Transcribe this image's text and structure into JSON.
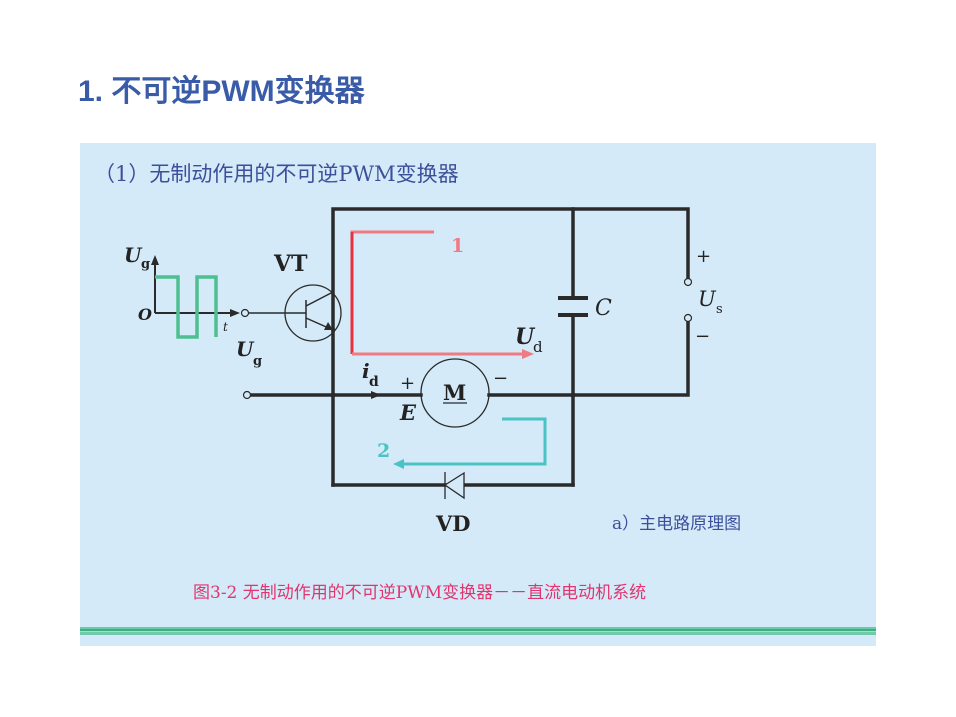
{
  "slide": {
    "title": "1. 不可逆PWM变换器"
  },
  "panel": {
    "heading": "（1）无制动作用的不可逆PWM变换器",
    "subfigure_caption": "a）主电路原理图",
    "figure_caption": "图3-2   无制动作用的不可逆PWM变换器－－直流电动机系统"
  },
  "circuit": {
    "labels": {
      "ug_axis": "U",
      "ug_axis_sub": "g",
      "origin": "O",
      "t_axis": "t",
      "ug_input": "U",
      "ug_input_sub": "g",
      "transistor": "VT",
      "path1": "1",
      "path2": "2",
      "ud": "U",
      "ud_sub": "d",
      "id": "i",
      "id_sub": "d",
      "motor": "M",
      "motor_plus": "+",
      "motor_minus": "−",
      "emf": "E",
      "capacitor": "C",
      "us": "U",
      "us_sub": "s",
      "us_plus": "+",
      "us_minus": "−",
      "diode": "VD"
    },
    "colors": {
      "wire": "#2a2a2a",
      "path1": "#f07a82",
      "path1_dark": "#e8333d",
      "path2": "#4cc3c3",
      "waveform": "#4dbf90",
      "heading": "#3d4f9a",
      "caption": "#e0356f"
    }
  }
}
